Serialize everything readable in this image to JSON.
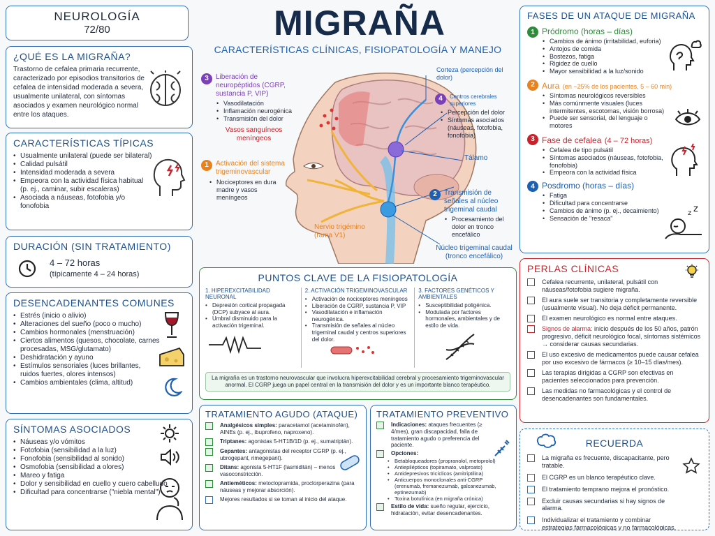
{
  "header": {
    "course": "NEUROLOGÍA",
    "progress": "72/80",
    "title": "MIGRAÑA",
    "subtitle": "CARACTERÍSTICAS CLÍNICAS, FISIOPATOLOGÍA Y MANEJO"
  },
  "what": {
    "heading": "¿QUÉ ES LA MIGRAÑA?",
    "text": "Trastorno de cefalea primaria recurrente, caracterizado por episodios transitorios de cefalea de intensidad moderada a severa, usualmente unilateral, con síntomas asociados y examen neurológico normal entre los ataques."
  },
  "typical": {
    "heading": "CARACTERÍSTICAS TÍPICAS",
    "items": [
      "Usualmente unilateral (puede ser bilateral)",
      "Calidad pulsátil",
      "Intensidad moderada a severa",
      "Empeora con la actividad física habitual (p. ej., caminar, subir escaleras)",
      "Asociada a náuseas, fotofobia y/o fonofobia"
    ]
  },
  "duration": {
    "heading": "DURACIÓN (SIN TRATAMIENTO)",
    "main": "4 – 72 horas",
    "sub": "(típicamente 4 – 24 horas)"
  },
  "triggers": {
    "heading": "DESENCADENANTES COMUNES",
    "items": [
      "Estrés (inicio o alivio)",
      "Alteraciones del sueño (poco o mucho)",
      "Cambios hormonales (menstruación)",
      "Ciertos alimentos (quesos, chocolate, carnes procesadas, MSG/glutamato)",
      "Deshidratación y ayuno",
      "Estímulos sensoriales (luces brillantes, ruidos fuertes, olores intensos)",
      "Cambios ambientales (clima, altitud)"
    ]
  },
  "symptoms": {
    "heading": "SÍNTOMAS ASOCIADOS",
    "items": [
      "Náuseas y/o vómitos",
      "Fotofobia (sensibilidad a la luz)",
      "Fonofobia (sensibilidad al sonido)",
      "Osmofobia (sensibilidad a olores)",
      "Mareo y fatiga",
      "Dolor y sensibilidad en cuello y cuero cabelludo",
      "Dificultad para concentrarse (\"niebla mental\")"
    ]
  },
  "diagram": {
    "l3_title": "Liberación de neuropéptidos (CGRP, sustancia P, VIP)",
    "l3_items": [
      "Vasodilatación",
      "Inflamación neurogénica",
      "Transmisión del dolor"
    ],
    "vessels": "Vasos sanguíneos meníngeos",
    "l1_title": "Activación del sistema trigeminovascular",
    "l1_items": [
      "Nociceptores en dura madre y vasos meníngeos"
    ],
    "nerve": "Nervio trigémino (rama V1)",
    "cortex": "Corteza (percepción del dolor)",
    "l4_title": "Centros cerebrales superiores",
    "l4_items": [
      "Percepción del dolor",
      "Síntomas asociados (náuseas, fotofobia, fonofobia)"
    ],
    "thalamus": "Tálamo",
    "l2_title": "Transmisión de señales al núcleo trigeminal caudal",
    "l2_items": [
      "Procesamiento del dolor en tronco encefálico"
    ],
    "nucleus": "Núcleo trigeminal caudal (tronco encefálico)",
    "nums": [
      "1",
      "2",
      "3",
      "4"
    ]
  },
  "phys": {
    "heading": "PUNTOS CLAVE DE LA FISIOPATOLOGÍA",
    "cols": [
      {
        "title": "1. HIPEREXCITABILIDAD NEURONAL",
        "items": [
          "Depresión cortical propagada (DCP) subyace al aura.",
          "Umbral disminuido para la activación trigeminal."
        ]
      },
      {
        "title": "2. ACTIVACIÓN TRIGEMINOVASCULAR",
        "items": [
          "Activación de nociceptores meníngeos",
          "Liberación de CGRP, sustancia P, VIP",
          "Vasodilatación e inflamación neurogénica.",
          "Transmisión de señales al núcleo trigeminal caudal y centros superiores del dolor."
        ]
      },
      {
        "title": "3. FACTORES GENÉTICOS Y AMBIENTALES",
        "items": [
          "Susceptibilidad poligénica.",
          "Modulada por factores hormonales, ambientales y de estilo de vida."
        ]
      }
    ],
    "summary": "La migraña es un trastorno neurovascular que involucra hiperexcitabilidad cerebral y procesamiento trigeminovascular anormal. El CGRP juega un papel central en la transmisión del dolor y es un importante blanco terapéutico."
  },
  "acute": {
    "heading": "TRATAMIENTO AGUDO (ATAQUE)",
    "items": [
      {
        "b": "Analgésicos simples:",
        "t": " paracetamol (acetaminofén), AINEs (p. ej., ibuprofeno, naproxeno)."
      },
      {
        "b": "Triptanes:",
        "t": " agonistas 5-HT1B/1D (p. ej., sumatriptán)."
      },
      {
        "b": "Gepantes:",
        "t": " antagonistas del receptor CGRP (p. ej., ubrogepant, rimegepant)."
      },
      {
        "b": "Ditans:",
        "t": " agonista 5-HT1F (lasmiditán) – menos vasoconstricción."
      },
      {
        "b": "Antieméticos:",
        "t": " metoclopramida, proclorperazina (para náuseas y mejorar absorción)."
      },
      {
        "b": "",
        "t": "Mejores resultados si se toman al inicio del ataque."
      }
    ]
  },
  "prev": {
    "heading": "TRATAMIENTO PREVENTIVO",
    "ind_b": "Indicaciones:",
    "ind_t": " ataques frecuentes (≥ 4/mes), gran discapacidad, falla de tratamiento agudo o preferencia del paciente.",
    "opt_b": "Opciones:",
    "options": [
      "Betabloqueadores (propranolol, metoprolol)",
      "Antiepilépticos (topiramato, valproato)",
      "Antidepresivos tricíclicos (amitriptilina)",
      "Anticuerpos monoclonales anti-CGRP (erenumab, fremanezumab, galcanezumab, eptinezumab)",
      "Toxina botulínica (en migraña crónica)"
    ],
    "life_b": "Estilo de vida:",
    "life_t": " sueño regular, ejercicio, hidratación, evitar desencadenantes."
  },
  "phases": {
    "heading": "FASES DE UN ATAQUE DE MIGRAÑA",
    "items": [
      {
        "n": "1",
        "title": "Pródromo (horas – días)",
        "color": "#2e8b3a",
        "items": [
          "Cambios de ánimo (irritabilidad, euforia)",
          "Antojos de comida",
          "Bostezos, fatiga",
          "Rigidez de cuello",
          "Mayor sensibilidad a la luz/sonido"
        ]
      },
      {
        "n": "2",
        "title": "Aura",
        "extra": "(en ~25% de los pacientes, 5 – 60 min)",
        "color": "#e8821e",
        "items": [
          "Síntomas neurológicos reversibles",
          "Más comúnmente visuales (luces intermitentes, escotomas, visión borrosa)",
          "Puede ser sensorial, del lenguaje o motores"
        ]
      },
      {
        "n": "3",
        "title": "Fase de cefalea",
        "extra": "(4 – 72 horas)",
        "color": "#c8232c",
        "items": [
          "Cefalea de tipo pulsátil",
          "Síntomas asociados (náuseas, fotofobia, fonofobia)",
          "Empeora con la actividad física"
        ]
      },
      {
        "n": "4",
        "title": "Posdromo (horas – días)",
        "color": "#1d5fb0",
        "items": [
          "Fatiga",
          "Dificultad para concentrarse",
          "Cambios de ánimo (p. ej., decaimiento)",
          "Sensación de \"resaca\""
        ]
      }
    ]
  },
  "pearls": {
    "heading": "PERLAS CLÍNICAS",
    "items": [
      {
        "t": "Cefalea recurrente, unilateral, pulsátil con náuseas/fotofobia sugiere migraña."
      },
      {
        "t": "El aura suele ser transitoria y completamente reversible (usualmente visual). No deja déficit permanente."
      },
      {
        "t": "El examen neurológico es normal entre ataques."
      },
      {
        "r": "Signos de alarma:",
        "t": " inicio después de los 50 años, patrón progresivo, déficit neurológico focal, síntomas sistémicos → considerar causas secundarias."
      },
      {
        "t": "El uso excesivo de medicamentos puede causar cefalea por uso excesivo de fármacos (≥ 10–15 días/mes)."
      },
      {
        "t": "Las terapias dirigidas a CGRP son efectivas en pacientes seleccionados para prevención."
      },
      {
        "t": "Las medidas no farmacológicas y el control de desencadenantes son fundamentales."
      }
    ]
  },
  "remember": {
    "heading": "RECUERDA",
    "items": [
      "La migraña es frecuente, discapacitante, pero tratable.",
      "El CGRP es un blanco terapéutico clave.",
      "El tratamiento temprano mejora el pronóstico.",
      "Excluir causas secundarias si hay signos de alarma.",
      "Individualizar el tratamiento y combinar estrategias farmacológicas y no farmacológicas."
    ]
  },
  "colors": {
    "blue": "#2f6fb5",
    "red": "#c8232c",
    "green": "#2e8b3a",
    "orange": "#e8821e",
    "purple": "#7b3fb8"
  }
}
